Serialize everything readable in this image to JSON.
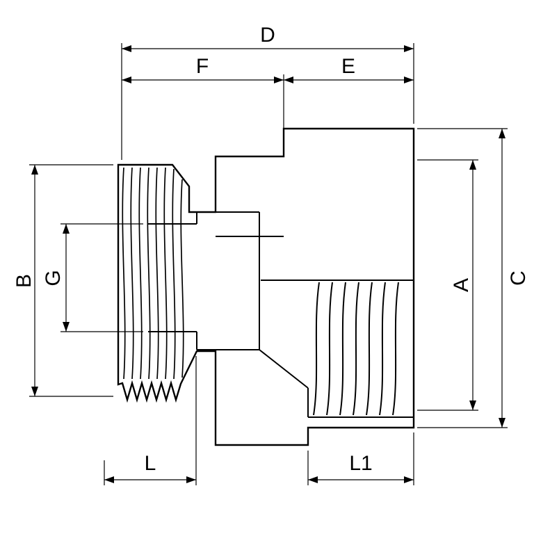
{
  "drawing": {
    "type": "technical-dimension-drawing",
    "subject": "threaded male-female pipe adapter, side view with half section",
    "colors": {
      "line": "#000000",
      "background": "#ffffff"
    },
    "labels": {
      "d": "D",
      "f": "F",
      "e": "E",
      "b": "B",
      "g": "G",
      "a": "A",
      "c": "C",
      "l": "L",
      "l1": "L1"
    }
  }
}
